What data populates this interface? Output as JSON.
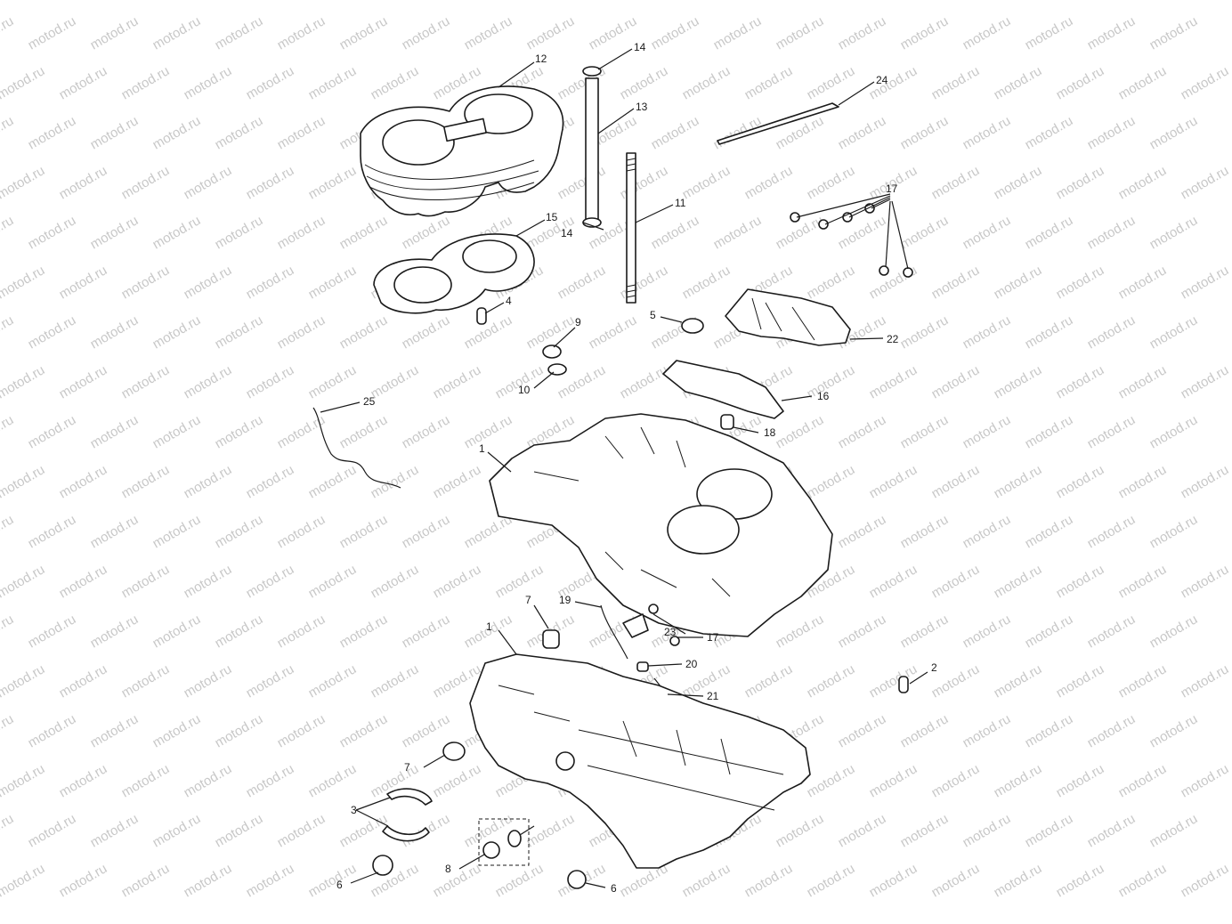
{
  "watermark": "motod.ru",
  "callouts": [
    {
      "id": "c-12",
      "text": "12"
    },
    {
      "id": "c-14a",
      "text": "14"
    },
    {
      "id": "c-13",
      "text": "13"
    },
    {
      "id": "c-24",
      "text": "24"
    },
    {
      "id": "c-11",
      "text": "11"
    },
    {
      "id": "c-17a",
      "text": "17"
    },
    {
      "id": "c-15",
      "text": "15"
    },
    {
      "id": "c-14b",
      "text": "14"
    },
    {
      "id": "c-4",
      "text": "4"
    },
    {
      "id": "c-5",
      "text": "5"
    },
    {
      "id": "c-9",
      "text": "9"
    },
    {
      "id": "c-22",
      "text": "22"
    },
    {
      "id": "c-10",
      "text": "10"
    },
    {
      "id": "c-16",
      "text": "16"
    },
    {
      "id": "c-25",
      "text": "25"
    },
    {
      "id": "c-18",
      "text": "18"
    },
    {
      "id": "c-1a",
      "text": "1"
    },
    {
      "id": "c-7a",
      "text": "7"
    },
    {
      "id": "c-19",
      "text": "19"
    },
    {
      "id": "c-23",
      "text": "23"
    },
    {
      "id": "c-17b",
      "text": "17"
    },
    {
      "id": "c-1b",
      "text": "1"
    },
    {
      "id": "c-20",
      "text": "20"
    },
    {
      "id": "c-2",
      "text": "2"
    },
    {
      "id": "c-21",
      "text": "21"
    },
    {
      "id": "c-7b",
      "text": "7"
    },
    {
      "id": "c-3",
      "text": "3"
    },
    {
      "id": "c-8",
      "text": "8"
    },
    {
      "id": "c-6a",
      "text": "6"
    },
    {
      "id": "c-6b",
      "text": "6"
    }
  ]
}
